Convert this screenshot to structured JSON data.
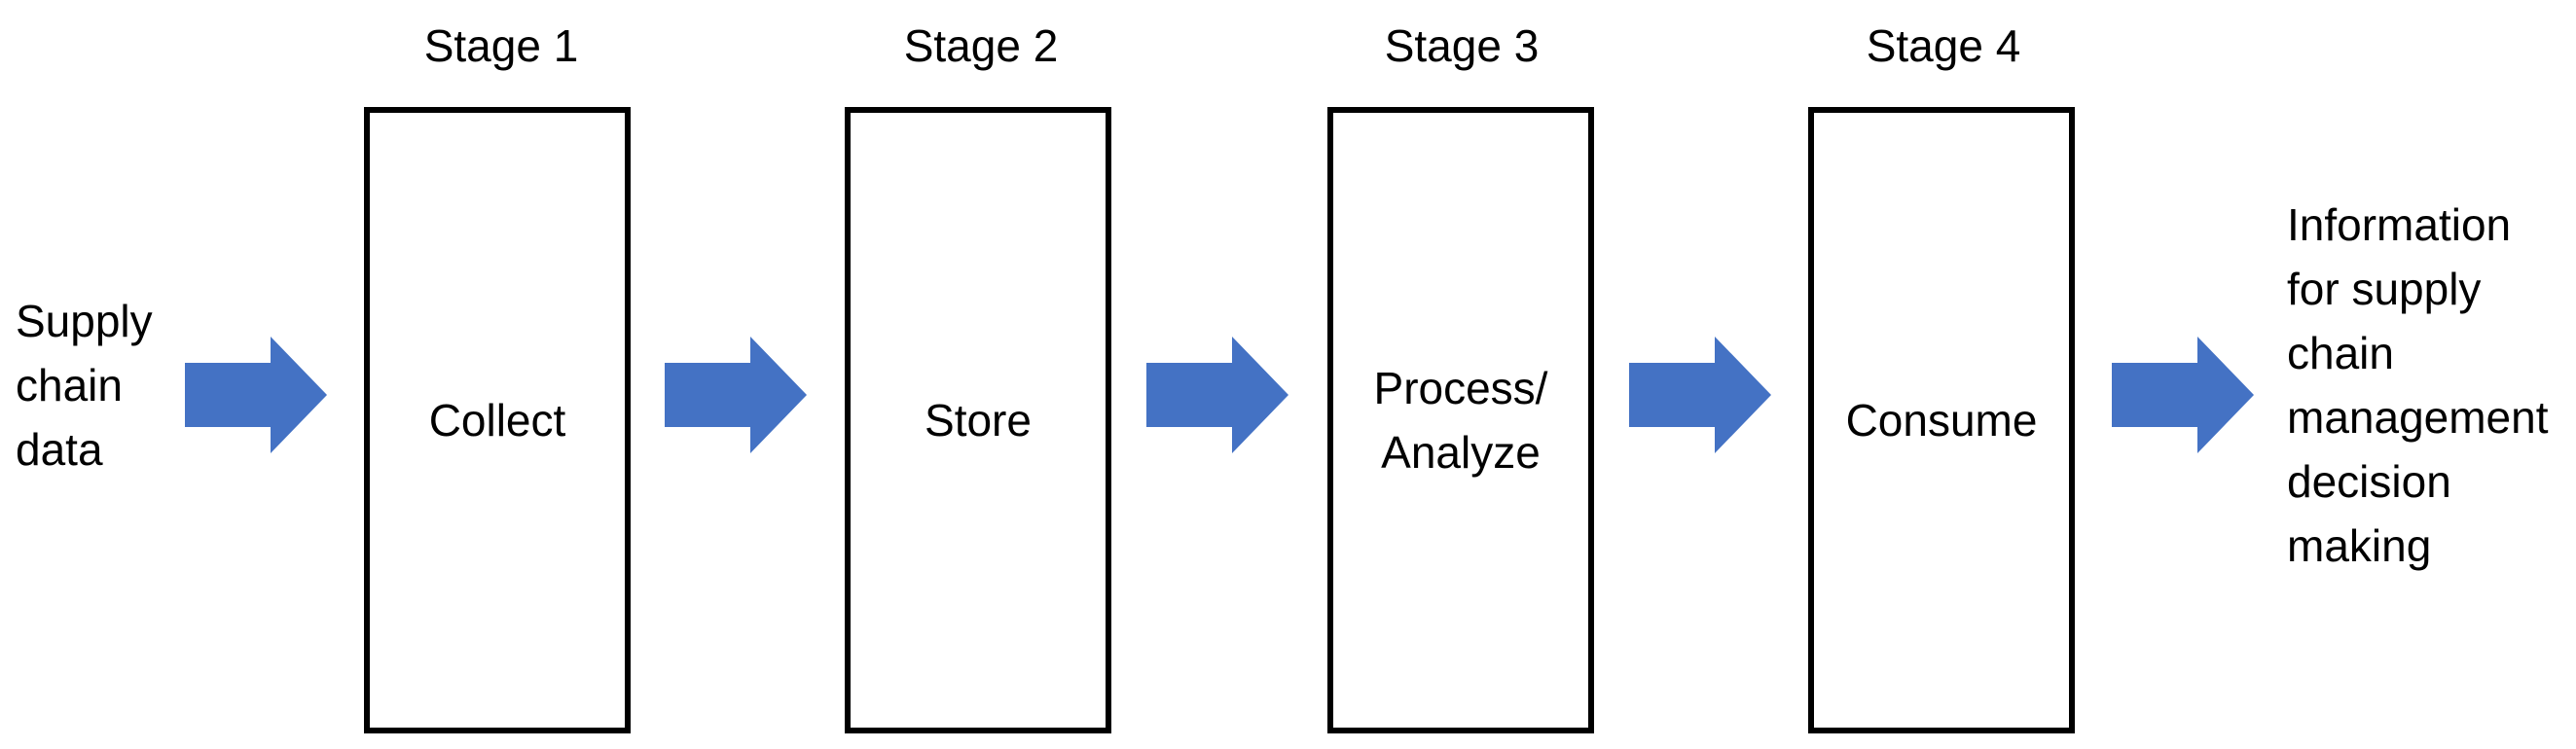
{
  "diagram": {
    "input_text": "Supply\nchain\ndata",
    "output_text": "Information\nfor supply\nchain\nmanagement\ndecision\nmaking",
    "arrow_color": "#4472C4",
    "arrow_icon": "right-arrow-icon",
    "stages": [
      {
        "label": "Stage 1",
        "name": "Collect"
      },
      {
        "label": "Stage 2",
        "name": "Store"
      },
      {
        "label": "Stage 3",
        "name": "Process/\nAnalyze"
      },
      {
        "label": "Stage 4",
        "name": "Consume"
      }
    ]
  }
}
